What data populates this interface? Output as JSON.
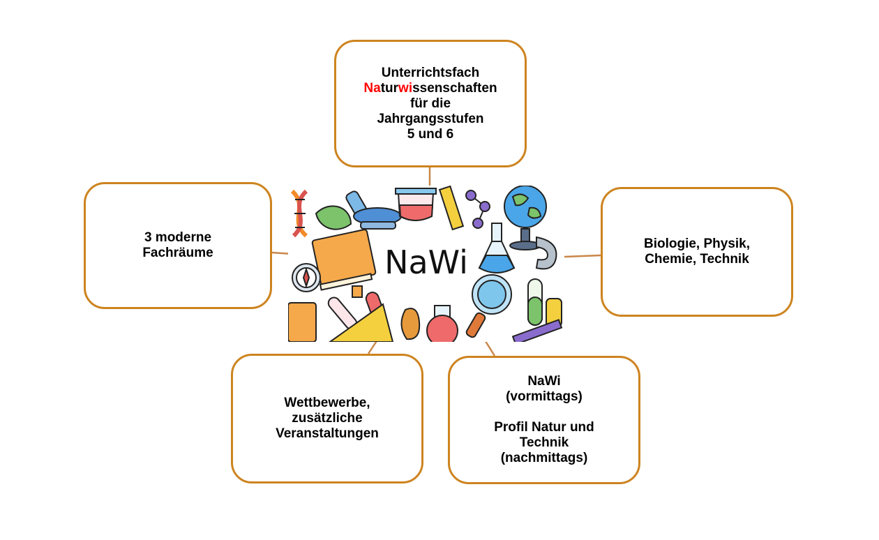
{
  "colors": {
    "box_border": "#cd841f",
    "connector": "#c9874a",
    "highlight": "#ff0000",
    "text": "#000000"
  },
  "center": {
    "label": "NaWi",
    "image": "science-doodle-illustration"
  },
  "top_box": {
    "line1": "Unterrichtsfach",
    "line2_part1": "Na",
    "line2_part2": "tur",
    "line2_part3": "wi",
    "line2_part4": "ssenschaften",
    "line3": "für die",
    "line4": "Jahrgangsstufen",
    "line5": "5 und 6"
  },
  "left_box": {
    "line1": "3 moderne",
    "line2": "Fachräume"
  },
  "right_box": {
    "line1": "Biologie, Physik,",
    "line2": "Chemie, Technik"
  },
  "bottom_left_box": {
    "line1": "Wettbewerbe,",
    "line2": "zusätzliche",
    "line3": "Veranstaltungen"
  },
  "bottom_right_box": {
    "line1": "NaWi",
    "line2": "(vormittags)",
    "line3": "",
    "line4": "Profil Natur und",
    "line5": "Technik",
    "line6": "(nachmittags)"
  }
}
